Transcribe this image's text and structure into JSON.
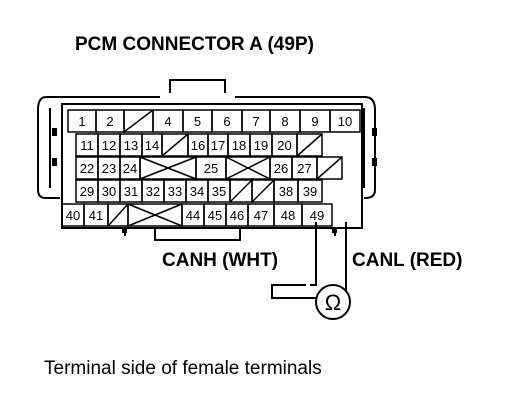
{
  "title": "PCM CONNECTOR A (49P)",
  "labels": {
    "canh": "CANH (WHT)",
    "canl": "CANL (RED)"
  },
  "caption": "Terminal side of female terminals",
  "ohmmeter_symbol": "Ω",
  "connector": {
    "rows": [
      [
        "1",
        "2",
        "",
        "4",
        "5",
        "6",
        "7",
        "8",
        "9",
        "10"
      ],
      [
        "11",
        "12",
        "13",
        "14",
        "",
        "16",
        "17",
        "18",
        "19",
        "20",
        ""
      ],
      [
        "22",
        "23",
        "24",
        "",
        "25",
        "",
        "26",
        "27",
        ""
      ],
      [
        "29",
        "30",
        "31",
        "32",
        "33",
        "34",
        "35",
        "",
        "",
        "38",
        "39"
      ],
      [
        "40",
        "41",
        "",
        "",
        "44",
        "45",
        "46",
        "47",
        "48",
        "49"
      ]
    ]
  }
}
